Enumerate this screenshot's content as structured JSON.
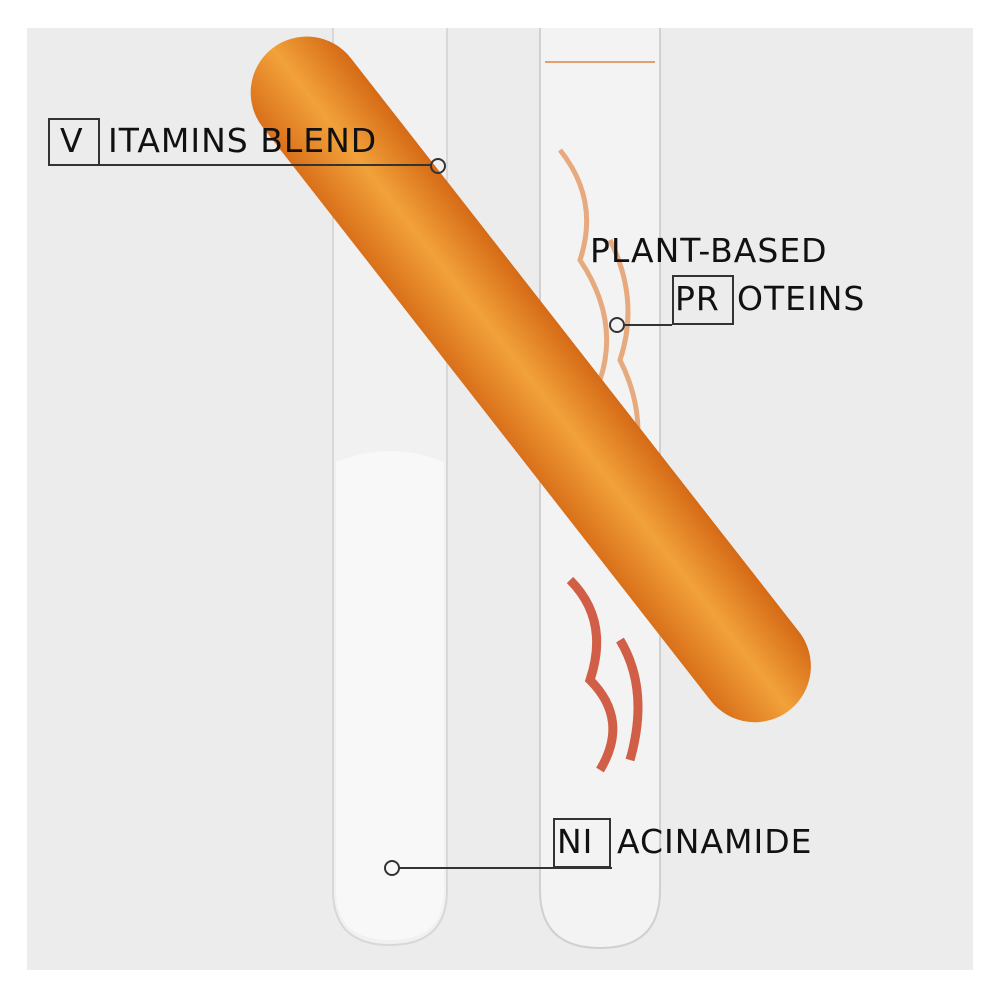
{
  "labels": {
    "vitamins": {
      "boxed": "V",
      "rest": "ITAMINS BLEND"
    },
    "proteins": {
      "line1": "PLANT-BASED",
      "boxed": "PR",
      "rest": "OTEINS"
    },
    "niacinamide": {
      "boxed": "NI",
      "rest": "ACINAMIDE"
    }
  },
  "colors": {
    "background": "#ececec",
    "orange": "#e8881e",
    "milk": "#f7f7f7",
    "accent_red": "#d2461c"
  }
}
